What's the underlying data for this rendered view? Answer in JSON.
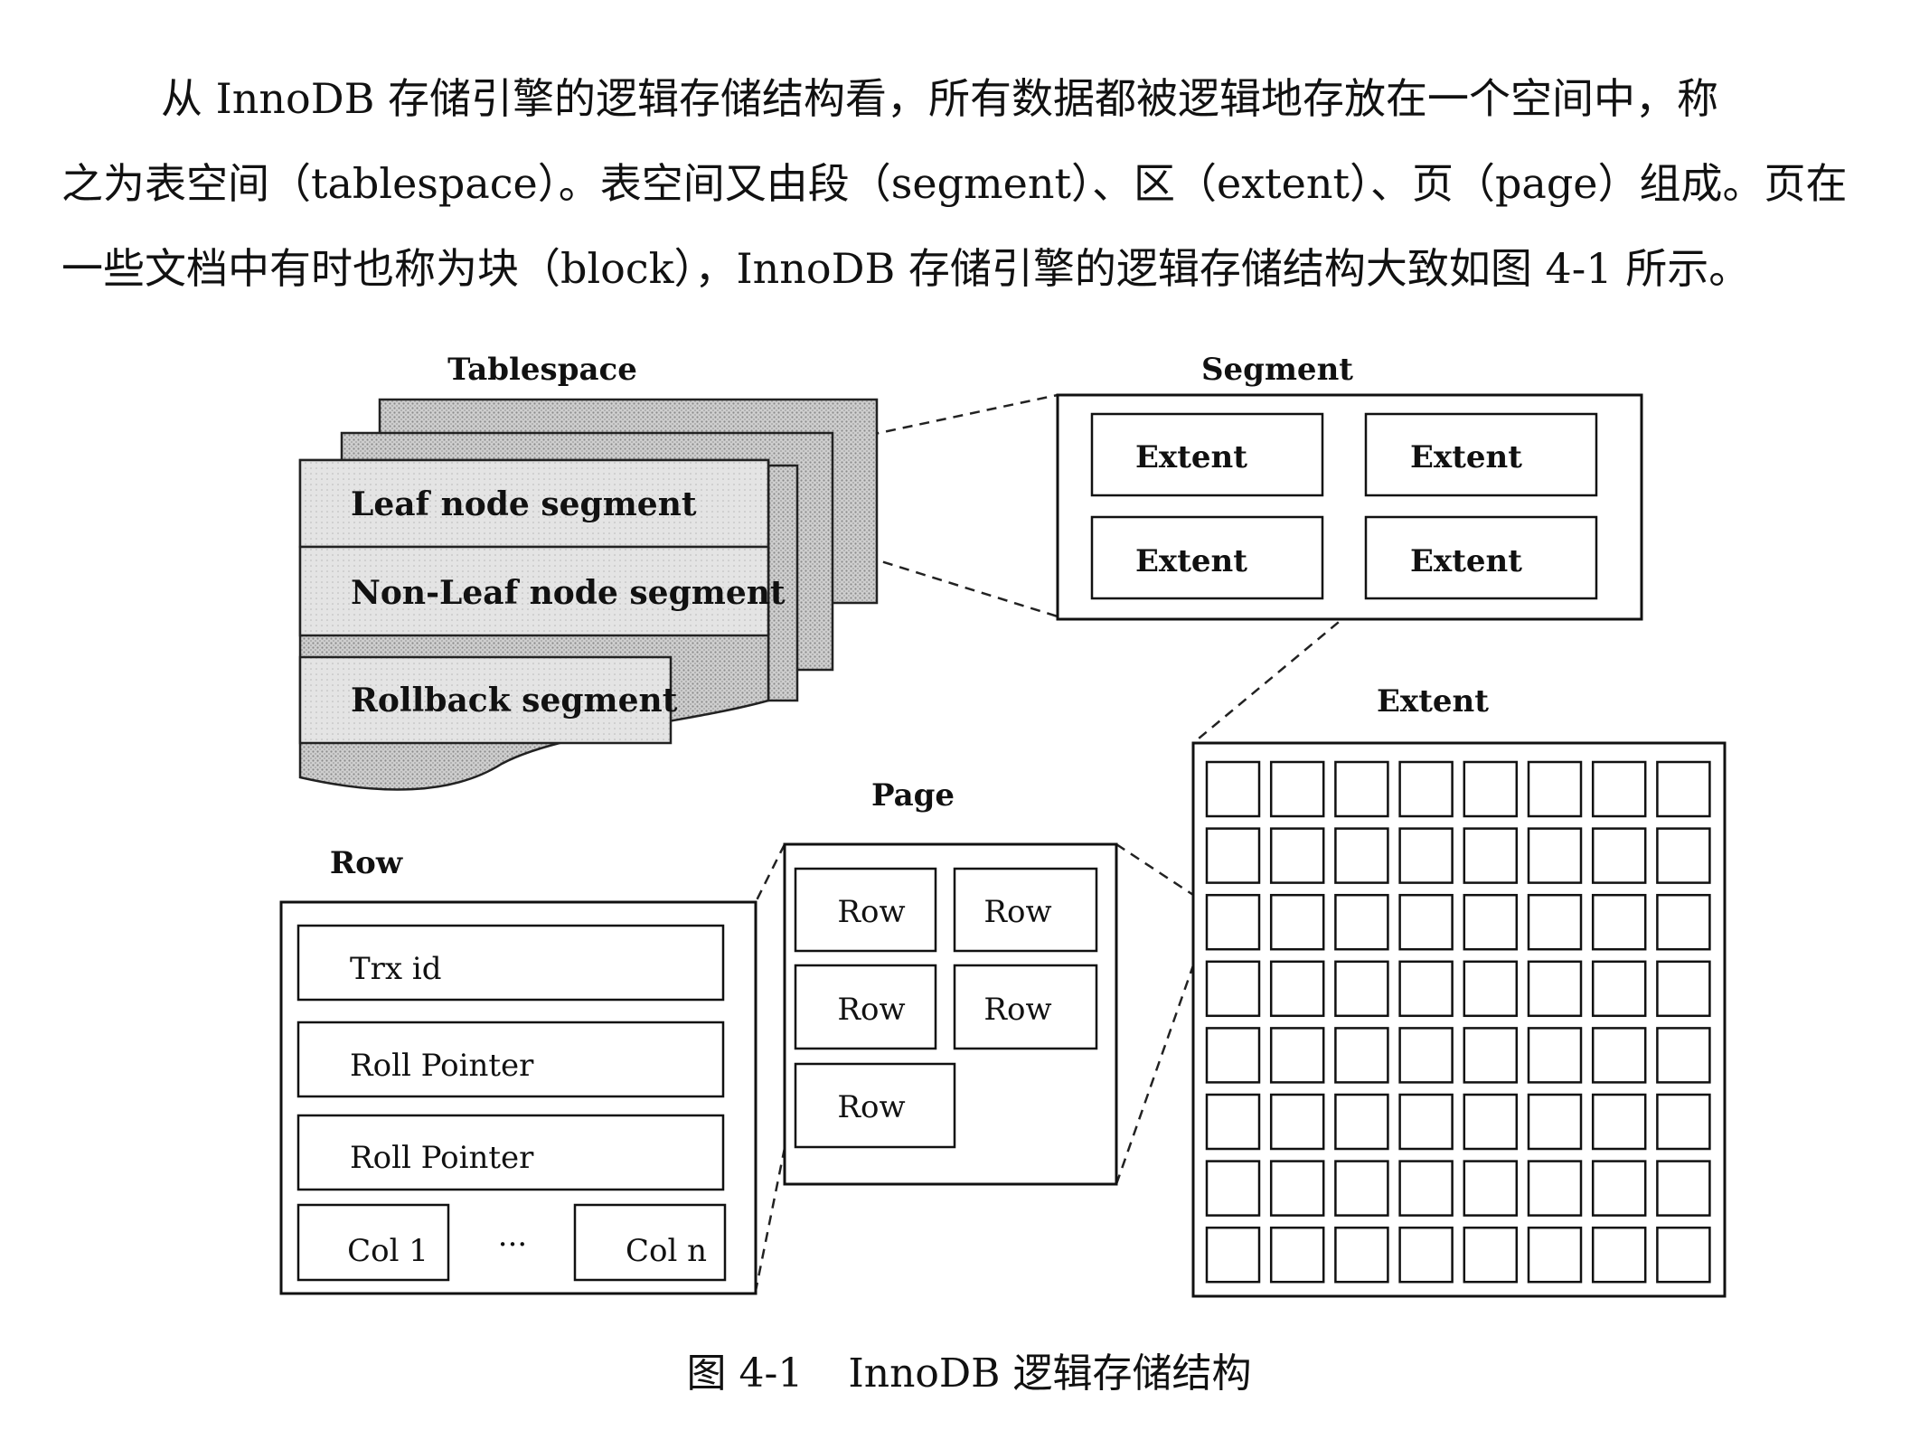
{
  "paragraph": {
    "line1": "从 InnoDB 存储引擎的逻辑存储结构看，所有数据都被逻辑地存放在一个空间中，称",
    "line2": "之为表空间（tablespace）。表空间又由段（segment）、区（extent）、页（page）组成。页在",
    "line3": "一些文档中有时也称为块（block），InnoDB 存储引擎的逻辑存储结构大致如图 4-1 所示。"
  },
  "diagram": {
    "tablespace": {
      "title": "Tablespace",
      "segments": [
        "Leaf node segment",
        "Non-Leaf node segment",
        "Rollback segment"
      ]
    },
    "segment": {
      "title": "Segment",
      "extents": [
        "Extent",
        "Extent",
        "Extent",
        "Extent"
      ]
    },
    "extent": {
      "title": "Extent",
      "grid_rows": 8,
      "grid_cols": 8
    },
    "page": {
      "title": "Page",
      "rows": [
        "Row",
        "Row",
        "Row",
        "Row",
        "Row"
      ]
    },
    "row": {
      "title": "Row",
      "fields": [
        "Trx id",
        "Roll Pointer",
        "Roll Pointer"
      ],
      "col_first": "Col 1",
      "ellipsis": "···",
      "col_last": "Col n"
    }
  },
  "caption": {
    "label": "图 4-1",
    "text": "InnoDB 逻辑存储结构"
  }
}
